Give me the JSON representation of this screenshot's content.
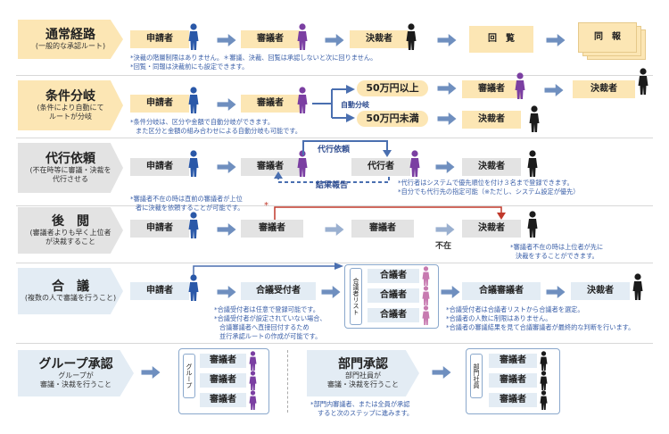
{
  "routes": {
    "normal": {
      "title": "通常経路",
      "sub": "(一般的な承認ルート)",
      "steps": [
        "申請者",
        "審議者",
        "決裁者",
        "回　覧",
        "同　報"
      ],
      "notes": [
        "*決裁の階層制限はありません。＊審議、決裁、回覧は承認しないと次に回りません。",
        "*回覧・同報は決裁前にも設定できます。"
      ]
    },
    "branch": {
      "title": "条件分岐",
      "sub": "(条件により自動にて\nルートが分岐",
      "steps": [
        "申請者",
        "審議者",
        "審議者",
        "決裁者",
        "決裁者"
      ],
      "cond_high": "50万円以上",
      "cond_low": "50万円未満",
      "auto_label": "自動分岐",
      "notes": [
        "*条件分岐は、区分や金額で自動分岐ができます。",
        "また区分と金額の組み合わせによる自動分岐も可能です。"
      ]
    },
    "proxy": {
      "title": "代行依頼",
      "sub": "(不在時等に審議・決裁を\n代行させる",
      "steps": [
        "申請者",
        "審議者",
        "代行者",
        "決裁者"
      ],
      "request_label": "代行依頼",
      "report_label": "結果報告",
      "notes_left": [
        "*審議者不在の時は直前の審議者が上位",
        "者に決裁を依頼することが可能です。"
      ],
      "notes_right": [
        "*代行者はシステムで優先順位を付け３名まで登録できます。",
        "*自分でも代行先の指定可能（※ただし、システム設定が優先）"
      ]
    },
    "post": {
      "title": "後　閲",
      "sub": "(審議者よりも早く上位者\nが決裁すること",
      "steps": [
        "申請者",
        "審議者",
        "審議者",
        "決裁者"
      ],
      "absent": "不在",
      "star": "*",
      "notes": [
        "*審議者不在の時は上位者が先に",
        "決裁をすることができます。"
      ]
    },
    "council": {
      "title": "合　議",
      "sub": "(複数の人で審議を行うこと)",
      "steps": [
        "申請者",
        "合議受付者",
        "合議審議者",
        "決裁者"
      ],
      "list_label": "合議者リスト",
      "members": [
        "合議者",
        "合議者",
        "合議者"
      ],
      "notes_left": [
        "*合議受付者は任意で登録可能です。",
        "*合議受付者が設定されていない場合、",
        "合議審議者へ直接回付するため",
        "並行承認ルートの作成が可能です。"
      ],
      "notes_right": [
        "*合議受付者は合議者リストから合議者を選定。",
        "*合議者の人数に制限はありません。",
        "*合議者の審議結果を見て合議審議者が最終的な判断を行います。"
      ]
    },
    "group": {
      "title": "グループ承認",
      "sub": "グループが\n審議・決裁を行うこと",
      "group_label": "グループ",
      "members": [
        "審議者",
        "審議者",
        "審議者"
      ]
    },
    "dept": {
      "title": "部門承認",
      "sub": "部門社員が\n審議・決裁を行うこと",
      "dept_label": "部門社員",
      "members": [
        "審議者",
        "審議者",
        "審議者"
      ],
      "notes": [
        "*部門内審議者、または全員が承認",
        "すると次のステップに進みます。"
      ]
    }
  },
  "colors": {
    "yellow": "#fce6b4",
    "gray": "#e3e3e3",
    "blue": "#e3ecf4",
    "arrow": "#6f8fbf",
    "note": "#3a5fa8",
    "person_blue": "#2a58a8",
    "person_purple": "#7b3fa2",
    "person_black": "#1b1b1b"
  }
}
